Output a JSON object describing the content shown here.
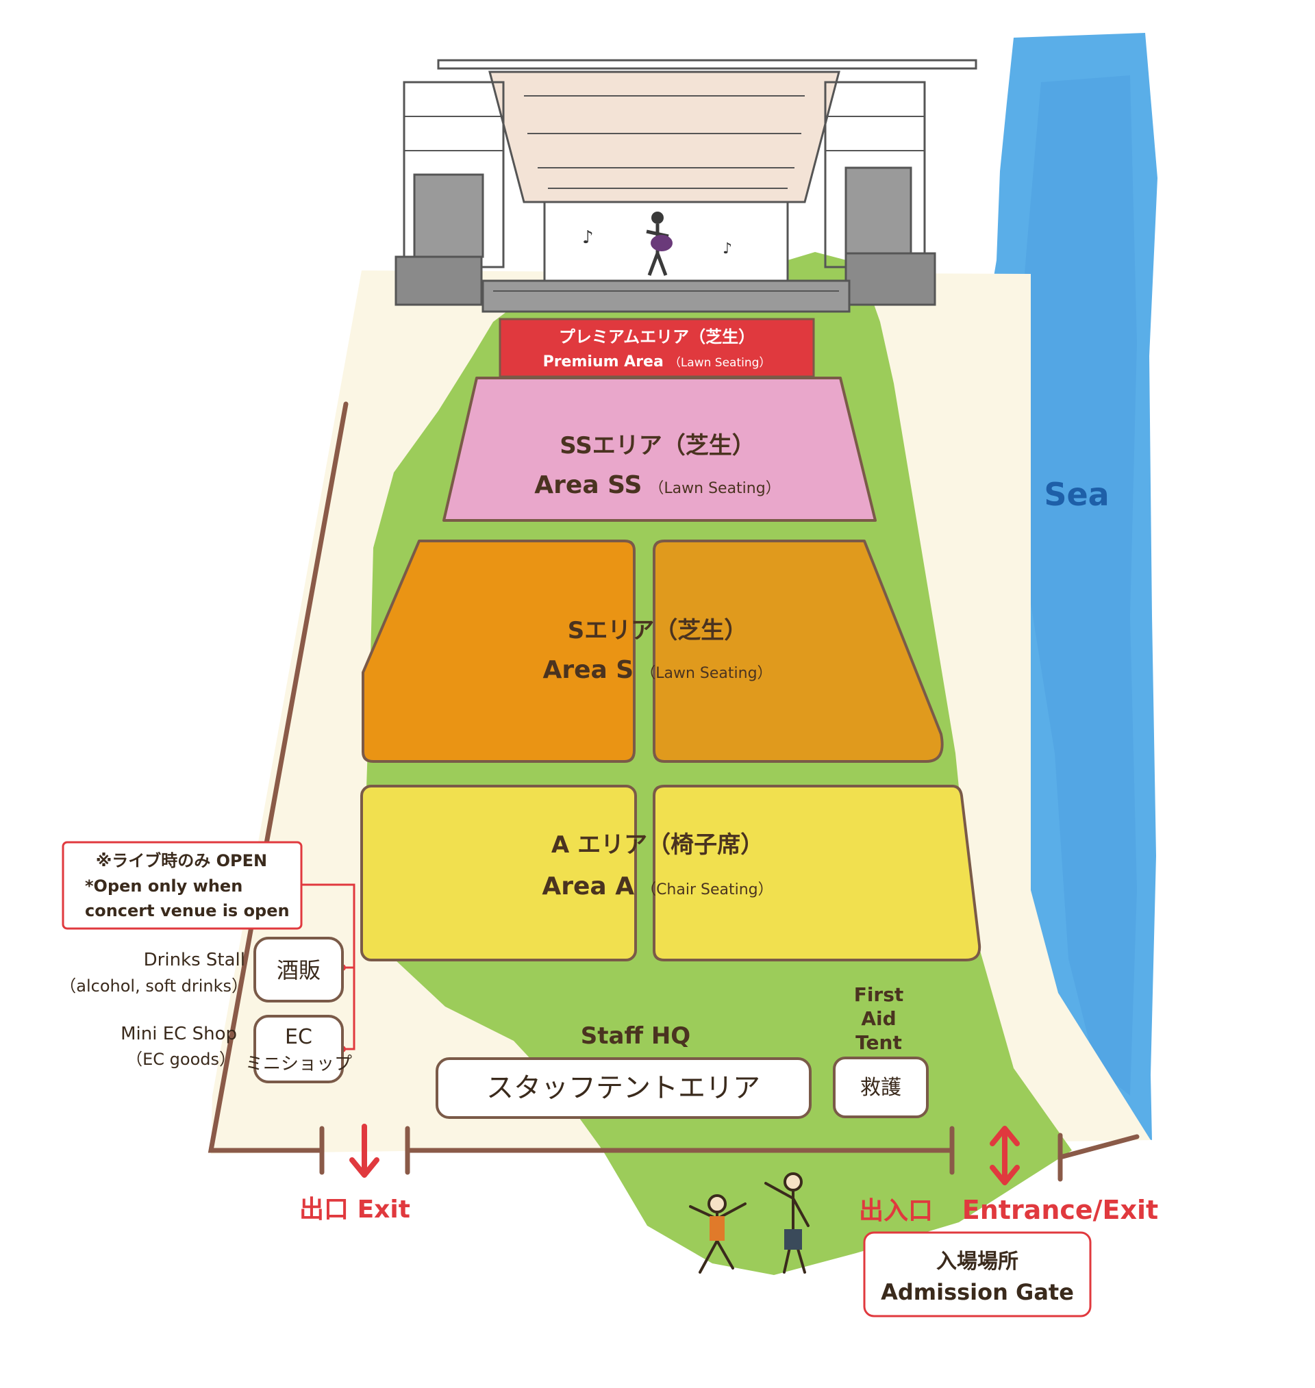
{
  "colors": {
    "sea": "#5aaee8",
    "sand": "#fbf6e4",
    "lawn": "#9ccc5a",
    "premium": "#e0393e",
    "ss_area": "#e9a7cb",
    "s_area": "#ea9414",
    "a_area": "#f1e04f",
    "outline": "#7a5a48",
    "fence": "#8a5a48",
    "accent_red": "#e0393e",
    "text_brown": "#4a3320"
  },
  "sea_label": "Sea",
  "premium": {
    "jp": "プレミアムエリア（芝生）",
    "en": "Premium Area",
    "en_sub": "（Lawn Seating）"
  },
  "ss": {
    "jp": "SSエリア（芝生）",
    "en": "Area SS",
    "en_sub": "（Lawn Seating）"
  },
  "s": {
    "jp": "Sエリア（芝生）",
    "en": "Area S",
    "en_sub": "（Lawn Seating）"
  },
  "a": {
    "jp": "A エリア（椅子席）",
    "en": "Area A",
    "en_sub": "（Chair Seating）"
  },
  "notice": {
    "line1": "※ライブ時のみ OPEN",
    "line2": "*Open only when",
    "line3": "concert venue is open"
  },
  "drinks": {
    "label_en": "Drinks Stall",
    "label_en_sub": "（alcohol, soft drinks）",
    "box": "酒販"
  },
  "ec_shop": {
    "label_en": "Mini EC Shop",
    "label_en_sub": "（EC goods）",
    "box_line1": "EC",
    "box_line2": "ミニショップ"
  },
  "staff": {
    "label_en": "Staff HQ",
    "box": "スタッフテントエリア"
  },
  "first_aid": {
    "line1": "First",
    "line2": "Aid",
    "line3": "Tent",
    "box": "救護"
  },
  "exit": {
    "label": "出口 Exit"
  },
  "entrance": {
    "jp": "出入口",
    "en": "Entrance/Exit"
  },
  "admission": {
    "jp": "入場場所",
    "en": "Admission Gate"
  }
}
